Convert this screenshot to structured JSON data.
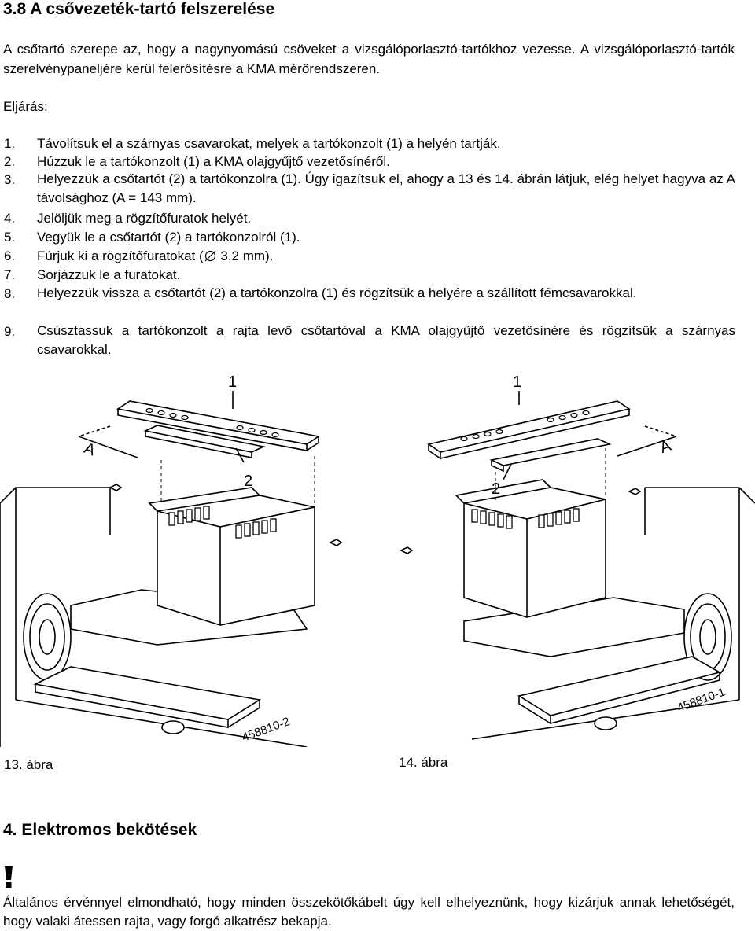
{
  "section": {
    "heading": "3.8 A csővezeték-tartó felszerelése",
    "intro": "A csőtartó szerepe az, hogy a nagynyomású csöveket a vizsgálóporlasztó-tartókhoz vezesse. A vizsgálóporlasztó-tartók szerelvénypaneljére kerül felerősítésre a KMA mérőrendszeren.",
    "procedure_label": "Eljárás:",
    "steps": [
      {
        "num": "1.",
        "text": "Távolítsuk el a szárnyas csavarokat, melyek a tartókonzolt (1) a helyén tartják."
      },
      {
        "num": "2.",
        "text": "Húzzuk le a tartókonzolt (1) a KMA olajgyűjtő vezetősínéről."
      },
      {
        "num": "3.",
        "text": "Helyezzük a csőtartót (2)  a tartókonzolra (1). Úgy igazítsuk el, ahogy a 13 és 14. ábrán látjuk, elég helyet hagyva az A távolsághoz (A = 143 mm)."
      },
      {
        "num": "4.",
        "text": "Jelöljük meg a rögzítőfuratok helyét."
      },
      {
        "num": "5.",
        "text": "Vegyük le a csőtartót (2) a tartókonzolról (1)."
      },
      {
        "num": "6.",
        "text_before": "Fúrjuk ki a rögzítőfuratokat (",
        "text_after": " 3,2 mm)."
      },
      {
        "num": "7.",
        "text": "Sorjázzuk le a furatokat."
      },
      {
        "num": "8.",
        "text": "Helyezzük vissza a csőtartót (2) a tartókonzolra (1) és rögzítsük a helyére a szállított fémcsavarokkal."
      },
      {
        "num": "9.",
        "text": "Csúsztassuk a tartókonzolt a rajta levő csőtartóval a KMA olajgyűjtő vezetősínére és rögzítsük a szárnyas csavarokkal."
      }
    ]
  },
  "figures": {
    "fig13": {
      "label_1": "1",
      "label_2": "2",
      "label_A": "A",
      "drawing_no": "458810-2",
      "caption": "13. ábra"
    },
    "fig14": {
      "label_1": "1",
      "label_2": "2",
      "label_A": "A",
      "drawing_no": "458810-1",
      "caption": "14. ábra"
    }
  },
  "section2": {
    "heading": "4.  Elektromos bekötések",
    "warning_icon": "exclamation-icon",
    "warning_text": "Általános érvénnyel elmondható, hogy minden összekötőkábelt úgy kell elhelyeznünk, hogy kizárjuk annak lehetőségét, hogy valaki átessen rajta, vagy forgó alkatrész bekapja."
  }
}
